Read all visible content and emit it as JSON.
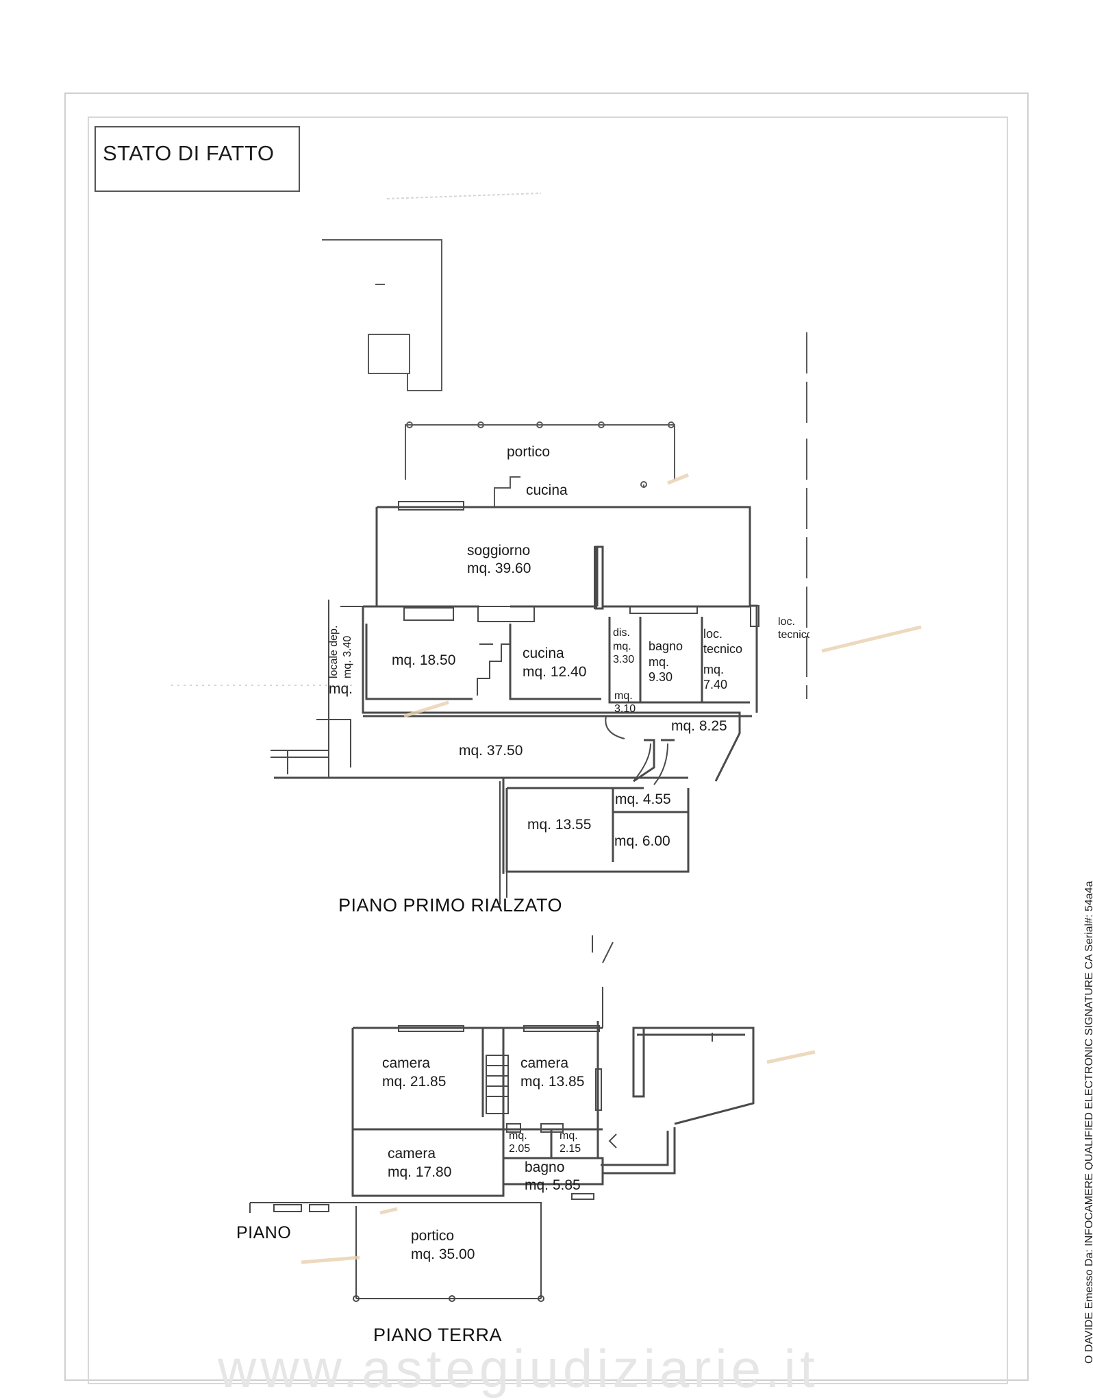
{
  "document": {
    "title": "STATO DI FATTO",
    "watermark": "www.astegiudiziarie.it",
    "signature": "O DAVIDE Emesso Da: INFOCAMERE QUALIFIED ELECTRONIC SIGNATURE CA Serial#: 54a4a"
  },
  "upper_floor": {
    "title": "PIANO PRIMO RIALZATO",
    "rooms": [
      {
        "name": "portico",
        "area": ""
      },
      {
        "name": "cucina",
        "area": ""
      },
      {
        "name": "soggiorno",
        "area": "mq. 39.60"
      },
      {
        "name": "",
        "area": "mq. 18.50"
      },
      {
        "name": "cucina",
        "area": "mq. 12.40"
      },
      {
        "name": "dis.",
        "area": "mq. 3.30"
      },
      {
        "name": "bagno",
        "area": "mq. 9.30"
      },
      {
        "name": "loc. tecnico",
        "area": "mq. 7.40"
      },
      {
        "name": "loc. tecnico",
        "area": ""
      },
      {
        "name": "locale dep.",
        "area": "mq. 3.40"
      },
      {
        "name": "",
        "area": "mq. 3.10"
      },
      {
        "name": "",
        "area": "mq. 8.25"
      },
      {
        "name": "",
        "area": "mq. 37.50"
      },
      {
        "name": "",
        "area": "mq. 4.55"
      },
      {
        "name": "",
        "area": "mq. 13.55"
      },
      {
        "name": "",
        "area": "mq. 6.00"
      }
    ]
  },
  "ground_floor": {
    "title": "PIANO TERRA",
    "rooms": [
      {
        "name": "camera",
        "area": "mq. 21.85"
      },
      {
        "name": "camera",
        "area": "mq. 13.85"
      },
      {
        "name": "camera",
        "area": "mq. 17.80"
      },
      {
        "name": "",
        "area": "mq. 2.05"
      },
      {
        "name": "",
        "area": "mq. 2.15"
      },
      {
        "name": "bagno",
        "area": "mq. 5.85"
      },
      {
        "name": "portico",
        "area": "mq. 35.00"
      }
    ]
  },
  "partial_labels": {
    "piano_fragment": "PIANO",
    "mq_fragment": "mq."
  }
}
